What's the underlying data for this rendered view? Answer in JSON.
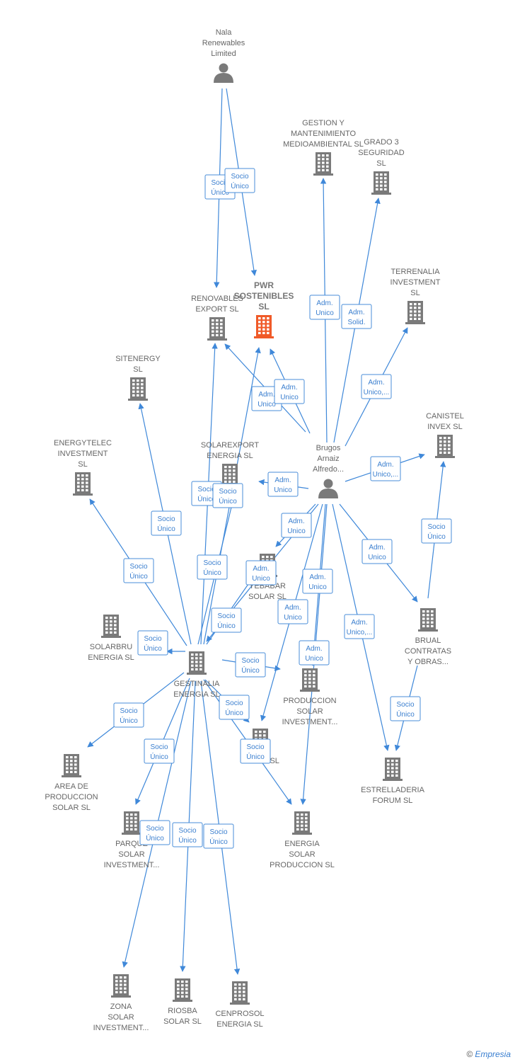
{
  "colors": {
    "edge": "#3f88d9",
    "node": "#7a7a7a",
    "focus_node": "#f05a28",
    "label": "#666666"
  },
  "nodes": [
    {
      "id": "nala",
      "type": "person",
      "label": [
        "Nala",
        "Renewables",
        "Limited"
      ]
    },
    {
      "id": "pwr",
      "type": "company",
      "focus": true,
      "label": [
        "PWR",
        "SOSTENIBLES",
        "SL"
      ]
    },
    {
      "id": "renexp",
      "type": "company",
      "label": [
        "RENOVABLES",
        "EXPORT SL"
      ]
    },
    {
      "id": "gestmant",
      "type": "company",
      "label": [
        "GESTION Y",
        "MANTENIMIENTO",
        "MEDIOAMBIENTAL SL"
      ]
    },
    {
      "id": "grado3",
      "type": "company",
      "label": [
        "GRADO 3",
        "SEGURIDAD",
        "SL"
      ]
    },
    {
      "id": "terrenalia",
      "type": "company",
      "label": [
        "TERRENALIA",
        "INVESTMENT",
        "SL"
      ]
    },
    {
      "id": "sitenergy",
      "type": "company",
      "label": [
        "SITENERGY",
        "SL"
      ]
    },
    {
      "id": "energytelec",
      "type": "company",
      "label": [
        "ENERGYTELEC",
        "INVESTMENT",
        "SL"
      ]
    },
    {
      "id": "solarexport",
      "type": "company",
      "label": [
        "SOLAREXPORT",
        "ENERGIA SL"
      ]
    },
    {
      "id": "brugos",
      "type": "person",
      "label": [
        "Brugos",
        "Arnaiz",
        "Alfredo..."
      ]
    },
    {
      "id": "canistel",
      "type": "company",
      "label": [
        "CANISTEL",
        "INVEX SL"
      ]
    },
    {
      "id": "yebabar",
      "type": "company",
      "label": [
        "YEBABAR",
        "SOLAR SL"
      ]
    },
    {
      "id": "solarbru",
      "type": "company",
      "label": [
        "SOLARBRU",
        "ENERGIA SL"
      ]
    },
    {
      "id": "gestinalia",
      "type": "company",
      "label": [
        "GESTINALIA",
        "ENERGIA SL"
      ]
    },
    {
      "id": "brual",
      "type": "company",
      "label": [
        "BRUAL",
        "CONTRATAS",
        "Y OBRAS..."
      ]
    },
    {
      "id": "prodsolar",
      "type": "company",
      "label": [
        "PRODUCCION",
        "SOLAR",
        "INVESTMENT..."
      ]
    },
    {
      "id": "areaprod",
      "type": "company",
      "label": [
        "AREA DE",
        "PRODUCCION",
        "SOLAR SL"
      ]
    },
    {
      "id": "solarmid",
      "type": "company",
      "label": [
        "SOLAR SL"
      ]
    },
    {
      "id": "estrella",
      "type": "company",
      "label": [
        "ESTRELLADERIA",
        "FORUM SL"
      ]
    },
    {
      "id": "parque",
      "type": "company",
      "label": [
        "PARQUE",
        "SOLAR",
        "INVESTMENT..."
      ]
    },
    {
      "id": "energiasolar",
      "type": "company",
      "label": [
        "ENERGIA",
        "SOLAR",
        "PRODUCCION SL"
      ]
    },
    {
      "id": "zona",
      "type": "company",
      "label": [
        "ZONA",
        "SOLAR",
        "INVESTMENT..."
      ]
    },
    {
      "id": "riosba",
      "type": "company",
      "label": [
        "RIOSBA",
        "SOLAR SL"
      ]
    },
    {
      "id": "cenprosol",
      "type": "company",
      "label": [
        "CENPROSOL",
        "ENERGIA SL"
      ]
    }
  ],
  "edges": [
    {
      "from": "nala",
      "to": "renexp",
      "label": [
        "Socio",
        "Único"
      ]
    },
    {
      "from": "nala",
      "to": "pwr",
      "label": [
        "Socio",
        "Único"
      ]
    },
    {
      "from": "brugos",
      "to": "gestmant",
      "label": [
        "Adm.",
        "Unico"
      ]
    },
    {
      "from": "brugos",
      "to": "grado3",
      "label": [
        "Adm.",
        "Solid."
      ]
    },
    {
      "from": "brugos",
      "to": "terrenalia",
      "label": [
        "Adm.",
        "Unico,..."
      ]
    },
    {
      "from": "brugos",
      "to": "renexp",
      "label": [
        "Adm.",
        "Unico"
      ]
    },
    {
      "from": "brugos",
      "to": "pwr",
      "label": [
        "Adm.",
        "Unico"
      ]
    },
    {
      "from": "brugos",
      "to": "canistel",
      "label": [
        "Adm.",
        "Unico,..."
      ]
    },
    {
      "from": "brugos",
      "to": "solarexport",
      "label": [
        "Adm.",
        "Unico"
      ]
    },
    {
      "from": "brugos",
      "to": "yebabar",
      "label": [
        "Adm.",
        "Unico"
      ]
    },
    {
      "from": "brugos",
      "to": "gestinalia",
      "label": [
        "Adm.",
        "Unico"
      ]
    },
    {
      "from": "brugos",
      "to": "prodsolar",
      "label": [
        "Adm.",
        "Unico"
      ]
    },
    {
      "from": "brugos",
      "to": "solarmid",
      "label": [
        "Adm.",
        "Unico"
      ]
    },
    {
      "from": "brugos",
      "to": "energiasolar",
      "label": [
        "Adm.",
        "Unico"
      ]
    },
    {
      "from": "brugos",
      "to": "brual",
      "label": [
        "Adm.",
        "Unico"
      ]
    },
    {
      "from": "brugos",
      "to": "estrella",
      "label": [
        "Adm.",
        "Unico,..."
      ]
    },
    {
      "from": "brual",
      "to": "canistel",
      "label": [
        "Socio",
        "Único"
      ]
    },
    {
      "from": "brual",
      "to": "estrella",
      "label": [
        "Socio",
        "Único"
      ]
    },
    {
      "from": "gestinalia",
      "to": "sitenergy",
      "label": [
        "Socio",
        "Único"
      ]
    },
    {
      "from": "gestinalia",
      "to": "energytelec",
      "label": [
        "Socio",
        "Único"
      ]
    },
    {
      "from": "gestinalia",
      "to": "renexp",
      "label": [
        "Socio",
        "Único"
      ]
    },
    {
      "from": "gestinalia",
      "to": "pwr",
      "label": [
        "Socio",
        "Único"
      ]
    },
    {
      "from": "gestinalia",
      "to": "solarexport",
      "label": [
        "Socio",
        "Único"
      ]
    },
    {
      "from": "gestinalia",
      "to": "yebabar",
      "label": [
        "Socio",
        "Único"
      ]
    },
    {
      "from": "gestinalia",
      "to": "solarbru",
      "label": [
        "Socio",
        "Único"
      ]
    },
    {
      "from": "gestinalia",
      "to": "prodsolar",
      "label": [
        "Socio",
        "Único"
      ]
    },
    {
      "from": "gestinalia",
      "to": "areaprod",
      "label": [
        "Socio",
        "Único"
      ]
    },
    {
      "from": "gestinalia",
      "to": "parque",
      "label": [
        "Socio",
        "Único"
      ]
    },
    {
      "from": "gestinalia",
      "to": "solarmid",
      "label": [
        "Socio",
        "Único"
      ]
    },
    {
      "from": "gestinalia",
      "to": "energiasolar",
      "label": [
        "Socio",
        "Único"
      ]
    },
    {
      "from": "gestinalia",
      "to": "zona",
      "label": [
        "Socio",
        "Único"
      ]
    },
    {
      "from": "gestinalia",
      "to": "riosba",
      "label": [
        "Socio",
        "Único"
      ]
    },
    {
      "from": "gestinalia",
      "to": "cenprosol",
      "label": [
        "Socio",
        "Único"
      ]
    }
  ],
  "footer": {
    "copyright": "©",
    "brand": "Empresia"
  }
}
